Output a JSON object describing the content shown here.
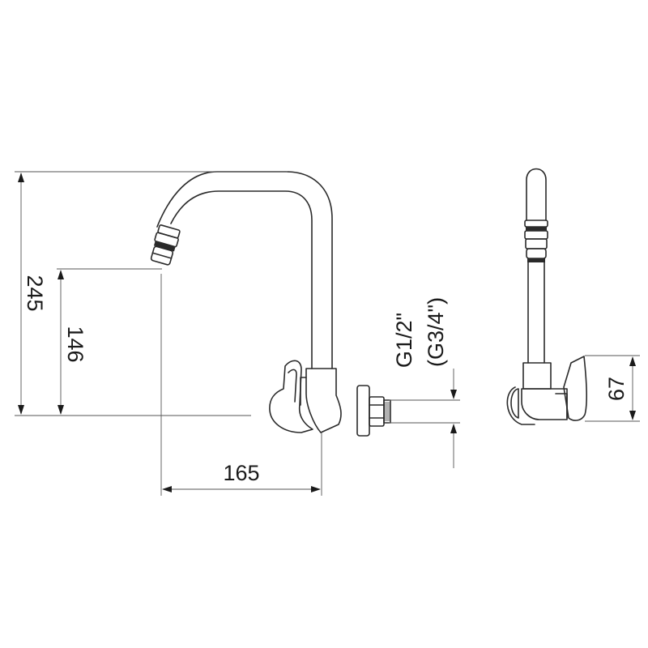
{
  "drawing": {
    "dimensions": {
      "total_height": "245",
      "outlet_height": "146",
      "projection": "165",
      "handle_height": "67"
    },
    "thread": {
      "primary": "G1/2\"",
      "alternate": "(G3/4\")"
    }
  },
  "colors": {
    "line": "#2a2a2a",
    "background": "#ffffff"
  }
}
